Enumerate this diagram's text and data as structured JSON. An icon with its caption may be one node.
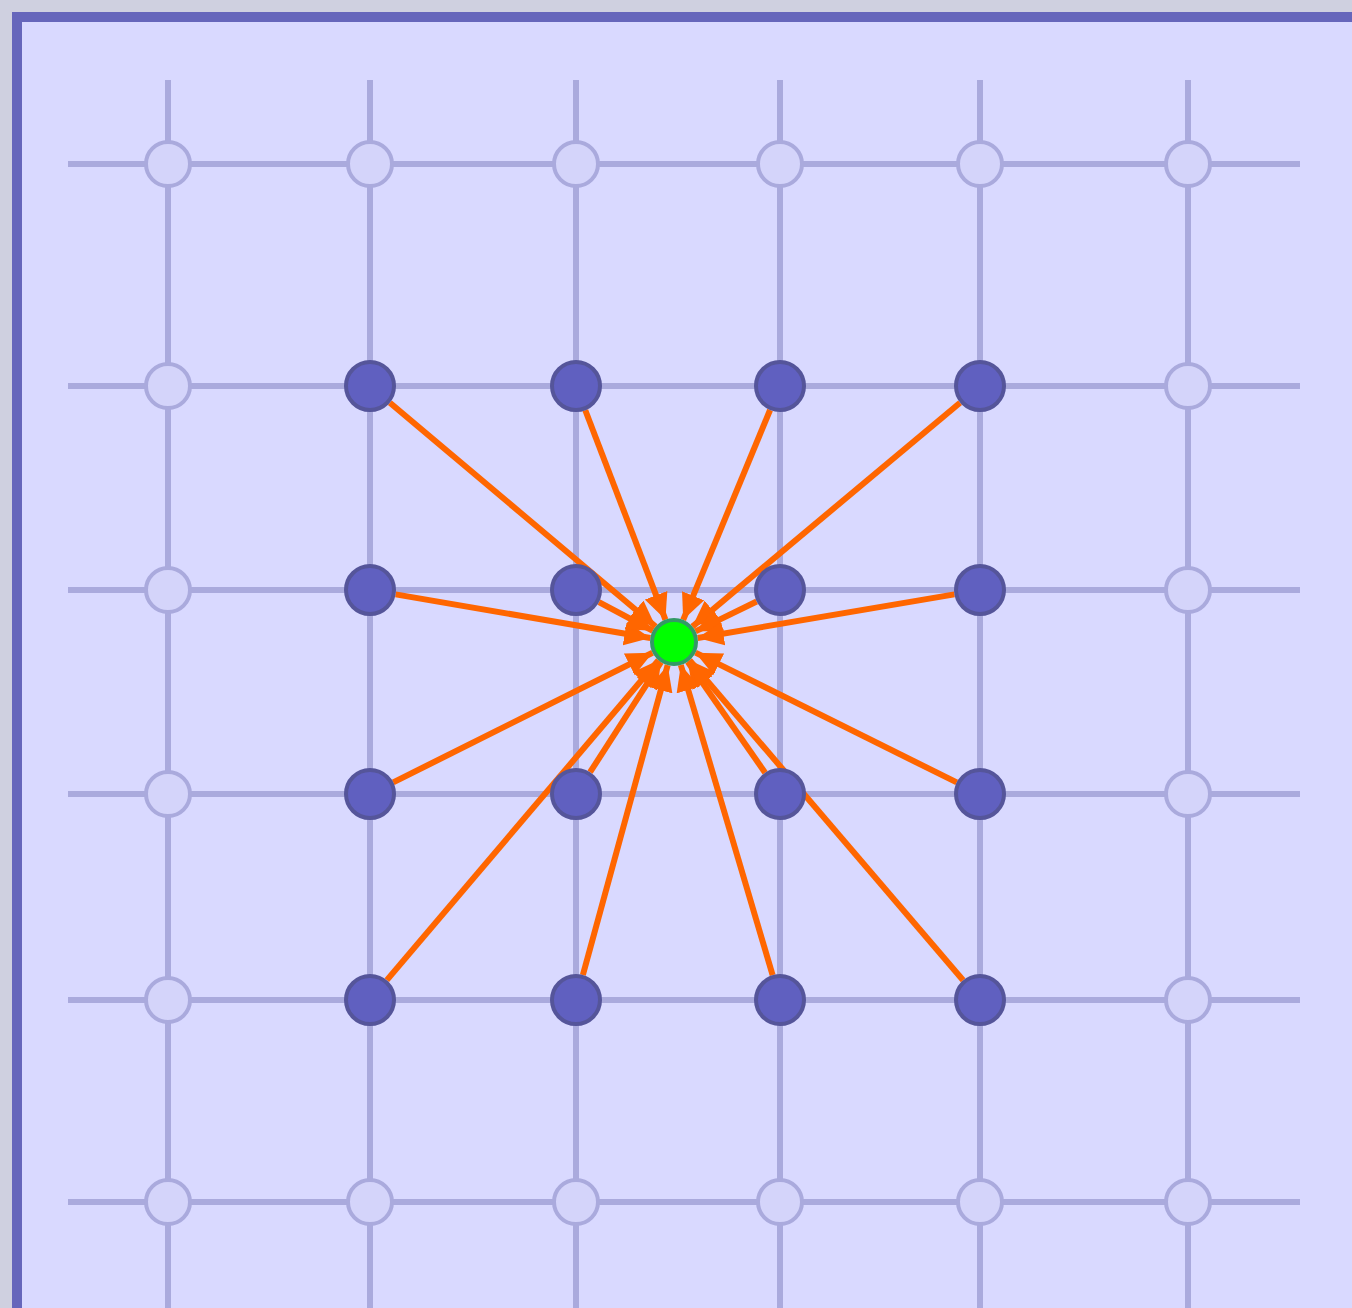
{
  "diagram": {
    "nodes": [
      {
        "text": [],
        "shape": "circle"
      },
      {
        "text": [],
        "shape": "circle"
      },
      {
        "text": [],
        "shape": "circle"
      },
      {
        "text": [],
        "shape": "circle"
      },
      {
        "text": [],
        "shape": "circle"
      },
      {
        "text": [],
        "shape": "circle"
      },
      {
        "text": [],
        "shape": "circle"
      },
      {
        "text": [],
        "shape": "circle"
      },
      {
        "text": [],
        "shape": "circle"
      },
      {
        "text": [],
        "shape": "circle"
      },
      {
        "text": [],
        "shape": "circle"
      },
      {
        "text": [],
        "shape": "circle"
      },
      {
        "text": [],
        "shape": "circle"
      },
      {
        "text": [],
        "shape": "circle"
      },
      {
        "text": [],
        "shape": "circle"
      },
      {
        "text": [],
        "shape": "circle"
      },
      {
        "text": [],
        "shape": "circle"
      },
      {
        "text": [],
        "shape": "circle"
      },
      {
        "text": [],
        "shape": "circle"
      },
      {
        "text": [],
        "shape": "circle"
      },
      {
        "text": [],
        "shape": "circle"
      },
      {
        "text": [],
        "shape": "circle"
      },
      {
        "text": [],
        "shape": "circle"
      },
      {
        "text": [],
        "shape": "circle"
      },
      {
        "text": [],
        "shape": "circle"
      },
      {
        "text": [],
        "shape": "circle"
      },
      {
        "text": [],
        "shape": "circle"
      },
      {
        "text": [],
        "shape": "circle"
      },
      {
        "text": [],
        "shape": "circle"
      },
      {
        "text": [],
        "shape": "circle"
      },
      {
        "text": [],
        "shape": "circle"
      },
      {
        "text": [],
        "shape": "circle"
      },
      {
        "text": [],
        "shape": "circle"
      },
      {
        "text": [],
        "shape": "circle"
      },
      {
        "text": [],
        "shape": "circle"
      },
      {
        "text": [],
        "shape": "circle"
      },
      {
        "text": [],
        "shape": "circle"
      }
    ],
    "edges": [
      {
        "from": 7,
        "to": 18,
        "arrow": "to"
      },
      {
        "from": 8,
        "to": 18,
        "arrow": "to"
      },
      {
        "from": 9,
        "to": 18,
        "arrow": "to"
      },
      {
        "from": 10,
        "to": 18,
        "arrow": "to"
      },
      {
        "from": 13,
        "to": 18,
        "arrow": "to"
      },
      {
        "from": 14,
        "to": 18,
        "arrow": "to"
      },
      {
        "from": 15,
        "to": 18,
        "arrow": "to"
      },
      {
        "from": 16,
        "to": 18,
        "arrow": "to"
      },
      {
        "from": 20,
        "to": 18,
        "arrow": "to"
      },
      {
        "from": 21,
        "to": 18,
        "arrow": "to"
      },
      {
        "from": 22,
        "to": 18,
        "arrow": "to"
      },
      {
        "from": 23,
        "to": 18,
        "arrow": "to"
      },
      {
        "from": 26,
        "to": 18,
        "arrow": "to"
      },
      {
        "from": 27,
        "to": 18,
        "arrow": "to"
      },
      {
        "from": 28,
        "to": 18,
        "arrow": "to"
      },
      {
        "from": 29,
        "to": 18,
        "arrow": "to"
      }
    ]
  }
}
